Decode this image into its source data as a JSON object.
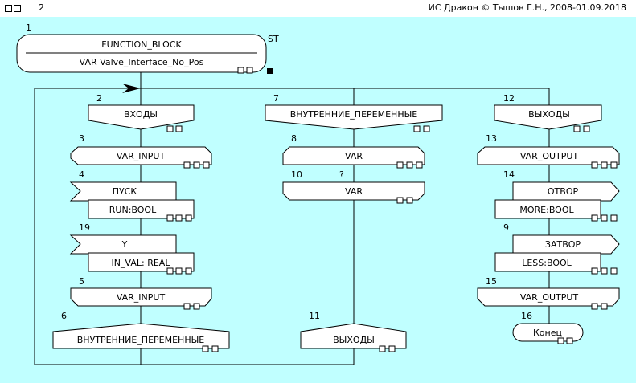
{
  "header": {
    "page_number": "2",
    "copyright": "ИС Дракон © Тышов Г.Н., 2008-01.09.2018"
  },
  "diagram": {
    "title_block": {
      "id": "1",
      "line1": "FUNCTION_BLOCK",
      "line2": "VAR Valve_Interface_No_Pos",
      "side_label": "ST"
    },
    "columns": [
      {
        "branch": {
          "id": "2",
          "label": "ВХОДЫ"
        },
        "items": [
          {
            "id": "3",
            "label": "VAR_INPUT"
          },
          {
            "id": "4",
            "label": "ПУСК",
            "sub": "RUN:BOOL"
          },
          {
            "id": "19",
            "label": "Y",
            "sub": "IN_VAL: REAL"
          },
          {
            "id": "5",
            "label": "VAR_INPUT"
          }
        ],
        "address": {
          "id": "6",
          "label": "ВНУТРЕННИЕ_ПЕРЕМЕННЫЕ"
        }
      },
      {
        "branch": {
          "id": "7",
          "label": "ВНУТРЕННИЕ_ПЕРЕМЕННЫЕ"
        },
        "items": [
          {
            "id": "8",
            "label": "VAR"
          },
          {
            "id": "10",
            "label": "VAR",
            "marker": "?"
          }
        ],
        "address": {
          "id": "11",
          "label": "ВЫХОДЫ"
        }
      },
      {
        "branch": {
          "id": "12",
          "label": "ВЫХОДЫ"
        },
        "items": [
          {
            "id": "13",
            "label": "VAR_OUTPUT"
          },
          {
            "id": "14",
            "label": "ОТВОР",
            "sub": "MORE:BOOL"
          },
          {
            "id": "9",
            "label": "ЗАТВОР",
            "sub": "LESS:BOOL"
          },
          {
            "id": "15",
            "label": "VAR_OUTPUT"
          }
        ],
        "end": {
          "id": "16",
          "label": "Конец"
        }
      }
    ]
  }
}
